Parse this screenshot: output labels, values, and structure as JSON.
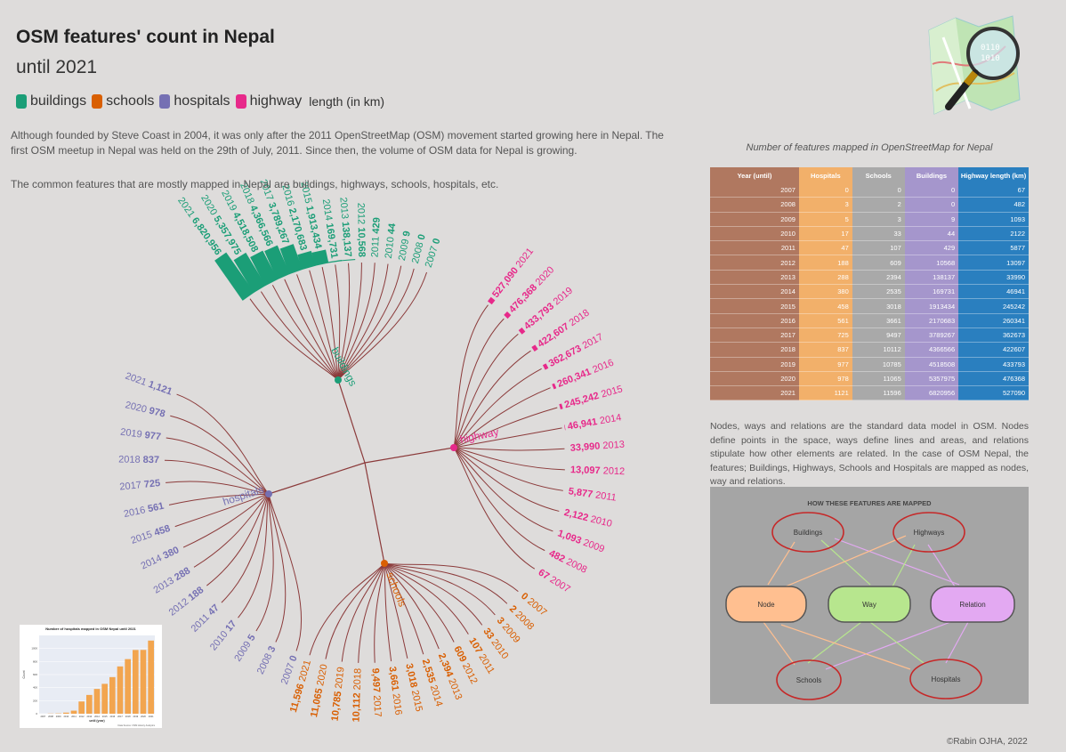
{
  "title": "OSM features' count in Nepal",
  "subtitle": "until 2021",
  "legend": {
    "items": [
      {
        "label": "buildings",
        "color": "#1b9e77"
      },
      {
        "label": "schools",
        "color": "#d95f02"
      },
      {
        "label": "hospitals",
        "color": "#7570b3"
      },
      {
        "label": "highway",
        "color": "#e7298a"
      }
    ],
    "unit_note": "length (in km)"
  },
  "intro_text": "Although founded by Steve Coast in 2004, it was only after the 2011 OpenStreetMap (OSM) movement started growing here in Nepal. The first OSM meetup in Nepal was held on the 29th of July, 2011. Since then, the volume of OSM data for Nepal is growing.",
  "intro_text_2": "The common features that are mostly mapped in Nepal are buildings, highways, schools, hospitals, etc.",
  "table": {
    "caption": "Number of features mapped in OpenStreetMap for Nepal",
    "headers": [
      "Year (until)",
      "Hospitals",
      "Schools",
      "Buildings",
      "Highway length (km)"
    ],
    "rows": [
      [
        "2007",
        "0",
        "0",
        "0",
        "67"
      ],
      [
        "2008",
        "3",
        "2",
        "0",
        "482"
      ],
      [
        "2009",
        "5",
        "3",
        "9",
        "1093"
      ],
      [
        "2010",
        "17",
        "33",
        "44",
        "2122"
      ],
      [
        "2011",
        "47",
        "107",
        "429",
        "5877"
      ],
      [
        "2012",
        "188",
        "609",
        "10568",
        "13097"
      ],
      [
        "2013",
        "288",
        "2394",
        "138137",
        "33990"
      ],
      [
        "2014",
        "380",
        "2535",
        "169731",
        "46941"
      ],
      [
        "2015",
        "458",
        "3018",
        "1913434",
        "245242"
      ],
      [
        "2016",
        "561",
        "3661",
        "2170683",
        "260341"
      ],
      [
        "2017",
        "725",
        "9497",
        "3789267",
        "362673"
      ],
      [
        "2018",
        "837",
        "10112",
        "4366566",
        "422607"
      ],
      [
        "2019",
        "977",
        "10785",
        "4518508",
        "433793"
      ],
      [
        "2020",
        "978",
        "11065",
        "5357975",
        "476368"
      ],
      [
        "2021",
        "1121",
        "11596",
        "6820956",
        "527090"
      ]
    ]
  },
  "nodes_text": "Nodes, ways and relations are the standard data model in OSM. Nodes define points in the space, ways define lines and areas, and relations stipulate how other elements are related. In the case of OSM Nepal, the features; Buildings, Highways, Schools and Hospitals are mapped as nodes, way and relations.",
  "flow_diagram": {
    "title": "HOW THESE FEATURES ARE MAPPED",
    "features": [
      "Buildings",
      "Highways",
      "Schools",
      "Hospitals"
    ],
    "models": [
      "Node",
      "Way",
      "Relation"
    ]
  },
  "inset_chart": {
    "title": "Number of hospitals mapped in OSM Nepal until 2021",
    "xlabel": "until (year)",
    "ylabel": "Count",
    "source": "Data Source: OSM History Analytics"
  },
  "credit": "©Rabin OJHA, 2022",
  "chart_data": {
    "type": "radial-dendrogram",
    "years": [
      "2007",
      "2008",
      "2009",
      "2010",
      "2011",
      "2012",
      "2013",
      "2014",
      "2015",
      "2016",
      "2017",
      "2018",
      "2019",
      "2020",
      "2021"
    ],
    "series": [
      {
        "name": "buildings",
        "color": "#1b9e77",
        "values": [
          0,
          0,
          9,
          44,
          429,
          10568,
          138137,
          169731,
          1913434,
          2170683,
          3789267,
          4366566,
          4518508,
          5357975,
          6820956
        ]
      },
      {
        "name": "highway",
        "color": "#e7298a",
        "values": [
          67,
          482,
          1093,
          2122,
          5877,
          13097,
          33990,
          46941,
          245242,
          260341,
          362673,
          422607,
          433793,
          476368,
          527090
        ]
      },
      {
        "name": "schools",
        "color": "#d95f02",
        "values": [
          0,
          2,
          3,
          33,
          107,
          609,
          2394,
          2535,
          3018,
          3661,
          9497,
          10112,
          10785,
          11065,
          11596
        ]
      },
      {
        "name": "hospitals",
        "color": "#7570b3",
        "values": [
          0,
          3,
          5,
          17,
          47,
          188,
          288,
          380,
          458,
          561,
          725,
          837,
          977,
          978,
          1121
        ]
      }
    ],
    "inset_hospital_ticks": [
      "0",
      "200",
      "400",
      "600",
      "800",
      "1000"
    ]
  }
}
